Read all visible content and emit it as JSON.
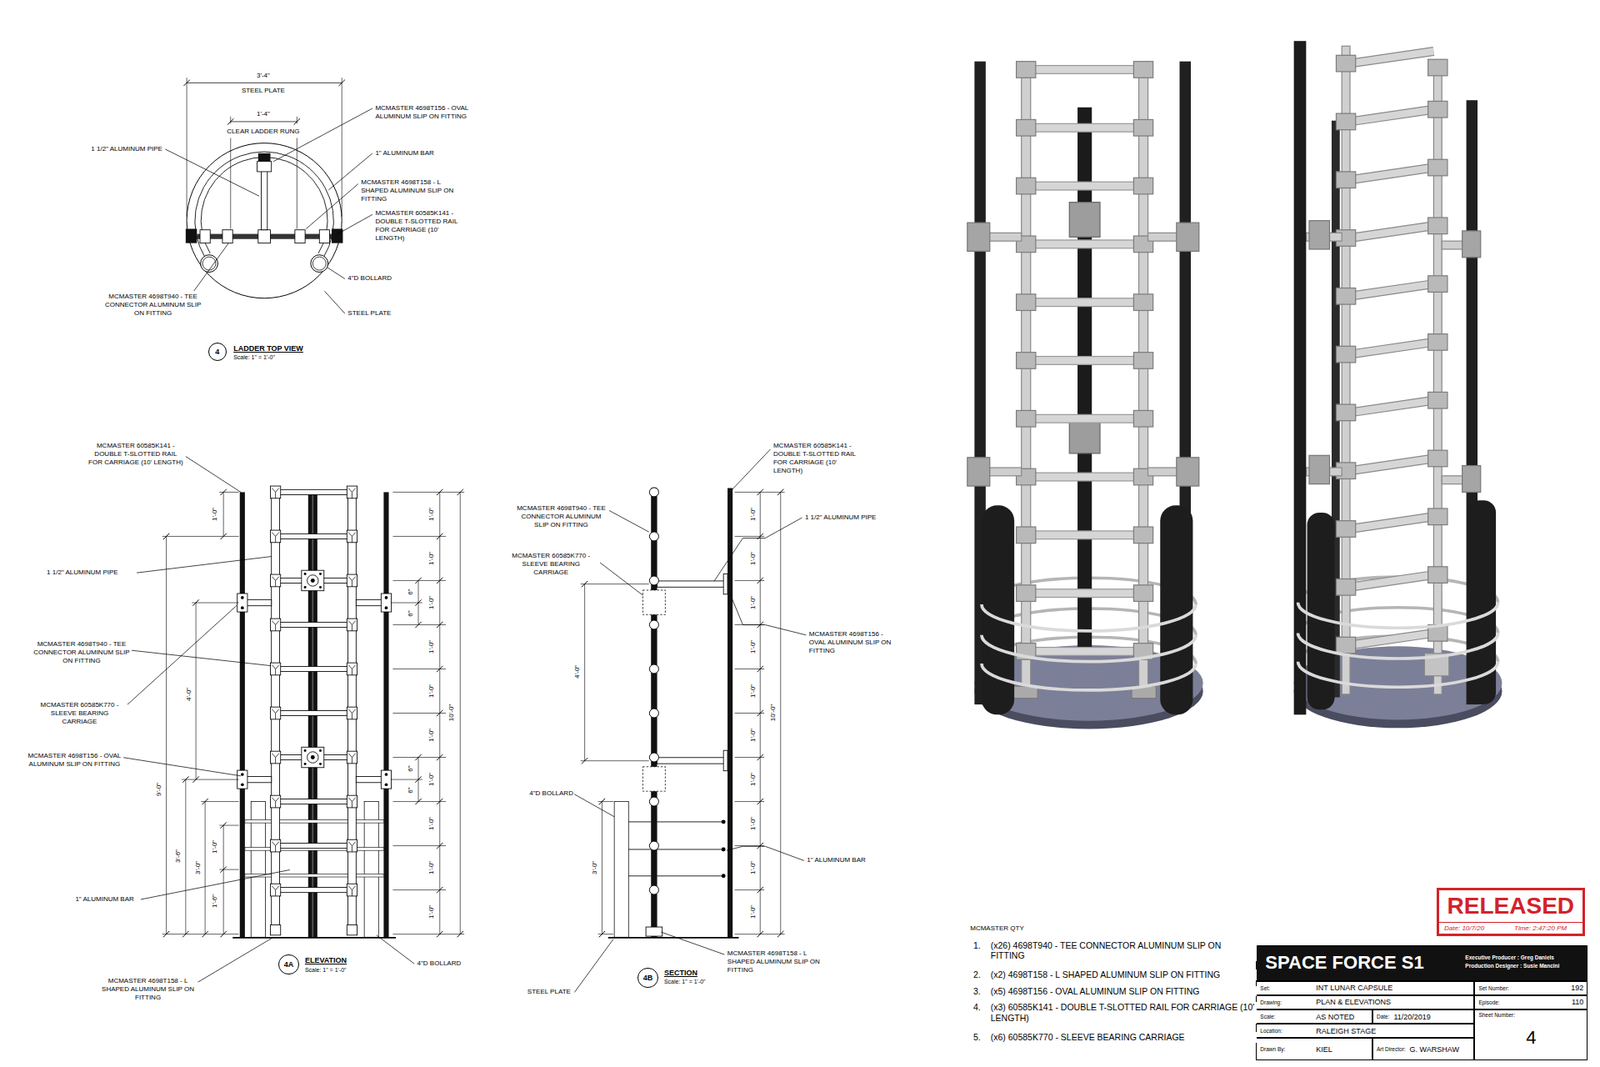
{
  "diagram": {
    "nodes": [
      {
        "text": [
          "4"
        ]
      },
      {
        "text": [
          "4A"
        ]
      },
      {
        "text": [
          "4B"
        ]
      },
      {
        "text": [
          "RELEASED",
          "Date: 10/7/20",
          "Time: 2:47:20 PM"
        ]
      },
      {
        "text": [
          "SPACE FORCE S1",
          "Executive Producer : Greg Daniels",
          "Production Designer : Susie Mancini"
        ]
      },
      {
        "text": [
          "Set:",
          "INT LUNAR CAPSULE"
        ]
      },
      {
        "text": [
          "Set Number:",
          "192"
        ]
      },
      {
        "text": [
          "Drawing:",
          "PLAN & ELEVATIONS"
        ]
      },
      {
        "text": [
          "Episode:",
          "110"
        ]
      },
      {
        "text": [
          "Scale:",
          "AS NOTED"
        ]
      },
      {
        "text": [
          "Date:",
          "11/20/2019"
        ]
      },
      {
        "text": [
          "Sheet Number:",
          "4"
        ]
      },
      {
        "text": [
          "Location:",
          "RALEIGH STAGE"
        ]
      },
      {
        "text": [
          "Drawn By:",
          "KIEL"
        ]
      },
      {
        "text": [
          "Art Director:",
          "G. WARSHAW"
        ]
      }
    ],
    "labels": [
      "3'-4\"",
      "STEEL PLATE",
      "1'-4\"",
      "CLEAR LADDER RUNG",
      "1 1/2\" ALUMINUM PIPE",
      "MCMASTER 4698T156 - OVAL ALUMINUM SLIP ON FITTING",
      "1\" ALUMINUM BAR",
      "MCMASTER 4698T158 - L SHAPED ALUMINUM SLIP ON FITTING",
      "MCMASTER 60585K141 - DOUBLE T-SLOTTED RAIL FOR CARRIAGE (10' LENGTH)",
      "4\"D BOLLARD",
      "STEEL PLATE",
      "MCMASTER 4698T940 - TEE CONNECTOR ALUMINUM SLIP ON FITTING",
      "LADDER TOP VIEW",
      "Scale: 1\" = 1'-0\"",
      "MCMASTER 60585K141 - DOUBLE T-SLOTTED RAIL FOR CARRIAGE (10' LENGTH)",
      "1 1/2\" ALUMINUM PIPE",
      "MCMASTER 4698T940 - TEE CONNECTOR ALUMINUM SLIP ON FITTING",
      "MCMASTER 60585K770 - SLEEVE BEARING CARRIAGE",
      "MCMASTER 4698T156 - OVAL ALUMINUM SLIP ON FITTING",
      "1\" ALUMINUM BAR",
      "MCMASTER 4698T158 - L SHAPED ALUMINUM SLIP ON FITTING",
      "4\"D BOLLARD",
      "ELEVATION",
      "Scale: 1\" = 1'-0\"",
      "1'-0\"",
      "4'-0\"",
      "9'-0\"",
      "3'-6\"",
      "3'-0\"",
      "1'-0\"",
      "1'-6\"",
      "1'-0\"",
      "1'-0\"",
      "1'-0\"",
      "1'-0\"",
      "1'-0\"",
      "1'-0\"",
      "1'-0\"",
      "1'-0\"",
      "1'-0\"",
      "1'-0\"",
      "10'-0\"",
      "6\"",
      "6\"",
      "6\"",
      "6\"",
      "MCMASTER 60585K141 - DOUBLE T-SLOTTED RAIL FOR CARRIAGE (10' LENGTH)",
      "MCMASTER 4698T940 - TEE CONNECTOR ALUMINUM SLIP ON FITTING",
      "MCMASTER 60585K770 - SLEEVE BEARING CARRIAGE",
      "1 1/2\" ALUMINUM PIPE",
      "MCMASTER 4698T156 - OVAL ALUMINUM SLIP ON FITTING",
      "4\"D BOLLARD",
      "1\" ALUMINUM BAR",
      "MCMASTER 4698T158 - L SHAPED ALUMINUM SLIP ON FITTING",
      "STEEL PLATE",
      "SECTION",
      "Scale: 1\" = 1'-0\"",
      "4'-0\"",
      "3'-0\"",
      "1'-0\"",
      "1'-0\"",
      "1'-0\"",
      "1'-0\"",
      "1'-0\"",
      "1'-0\"",
      "1'-0\"",
      "1'-0\"",
      "1'-0\"",
      "1'-0\"",
      "10'-0\"",
      "MCMASTER QTY",
      "1.",
      "(x26) 4698T940 - TEE CONNECTOR ALUMINUM SLIP ON FITTING",
      "2.",
      "(x2) 4698T158 - L SHAPED ALUMINUM SLIP ON FITTING",
      "3.",
      "(x5) 4698T156 - OVAL ALUMINUM SLIP ON FITTING",
      "4.",
      "(x3) 60585K141 - DOUBLE T-SLOTTED RAIL FOR CARRIAGE (10' LENGTH)",
      "5.",
      "(x6) 60585K770 - SLEEVE BEARING CARRIAGE"
    ]
  }
}
